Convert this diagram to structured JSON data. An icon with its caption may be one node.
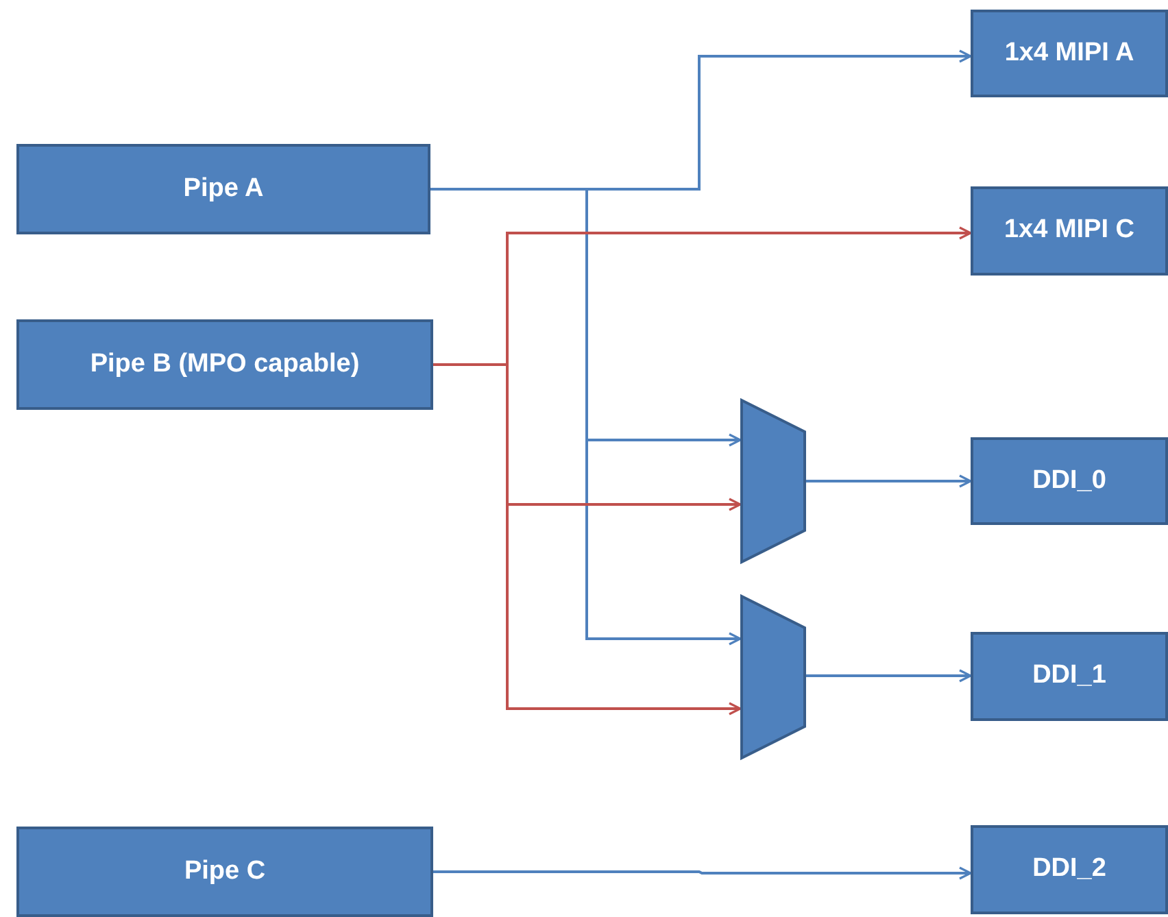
{
  "diagram": {
    "nodes": [
      {
        "text": [
          "Pipe A"
        ]
      },
      {
        "text": [
          "Pipe B (MPO capable)"
        ]
      },
      {
        "text": [
          "Pipe C"
        ]
      },
      {
        "text": [
          "1x4 MIPI A"
        ]
      },
      {
        "text": [
          "1x4 MIPI C"
        ]
      },
      {
        "text": [],
        "shape": "trapezoid"
      },
      {
        "text": [],
        "shape": "trapezoid"
      },
      {
        "text": [
          "DDI_0"
        ]
      },
      {
        "text": [
          "DDI_1"
        ]
      },
      {
        "text": [
          "DDI_2"
        ]
      }
    ],
    "edges": [
      {
        "from": 0,
        "to": 3,
        "arrow": "to"
      },
      {
        "from": 0,
        "to": 5,
        "arrow": "to"
      },
      {
        "from": 0,
        "to": 6,
        "arrow": "to"
      },
      {
        "from": 1,
        "to": 4,
        "arrow": "to",
        "color": "#c0504d"
      },
      {
        "from": 1,
        "to": 5,
        "arrow": "to",
        "color": "#c0504d"
      },
      {
        "from": 1,
        "to": 6,
        "arrow": "to",
        "color": "#c0504d"
      },
      {
        "from": 5,
        "to": 7,
        "arrow": "to"
      },
      {
        "from": 6,
        "to": 8,
        "arrow": "to"
      },
      {
        "from": 2,
        "to": 9,
        "arrow": "to"
      }
    ]
  }
}
